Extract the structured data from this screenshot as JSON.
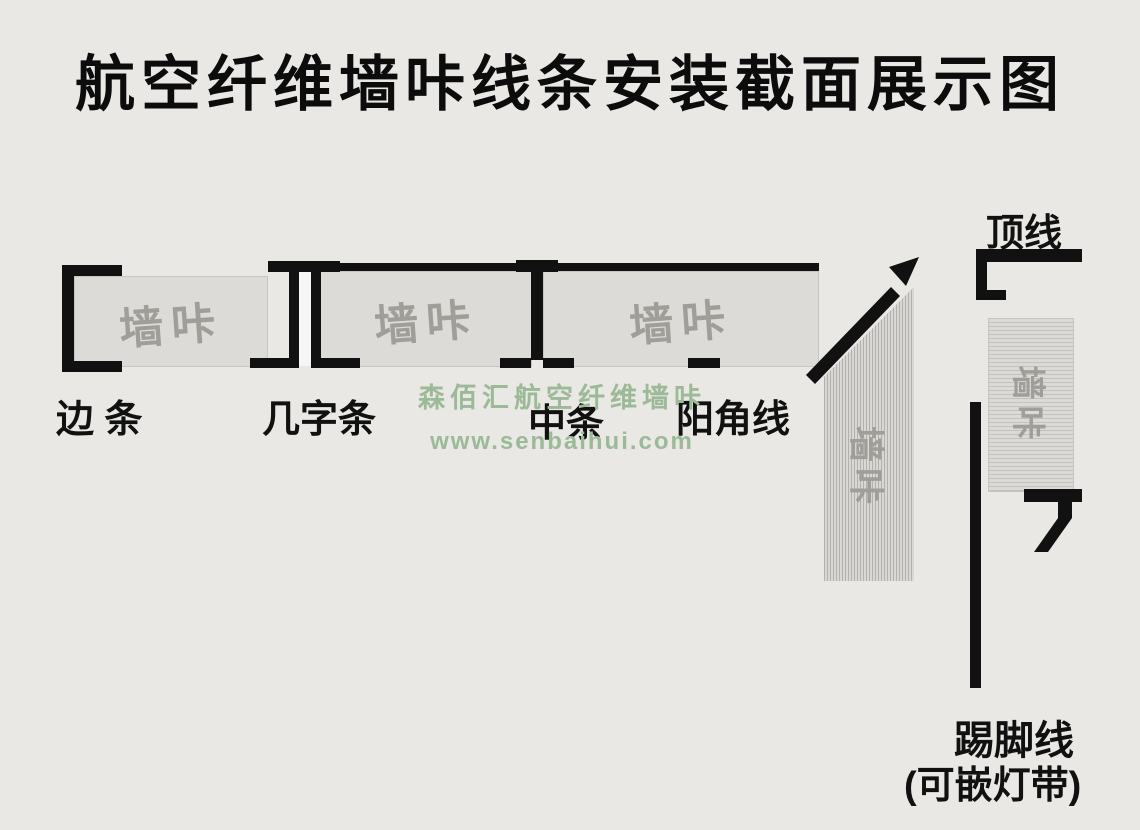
{
  "title": "航空纤维墙咔线条安装截面展示图",
  "panel_label": "墙咔",
  "labels": {
    "bian_tiao": "边 条",
    "ji_zi_tiao": "几字条",
    "zhong_tiao": "中条",
    "yang_jiao_xian": "阳角线",
    "ding_xian": "顶线",
    "ti_jiao_xian": "踢脚线",
    "ti_jiao_note": "(可嵌灯带)"
  },
  "watermark": {
    "brand": "森佰汇航空纤维墙咔",
    "url": "www.senbaihui.com"
  },
  "colors": {
    "background": "#e9e8e5",
    "ink": "#111111",
    "panel_fill": "#dcdbd8",
    "panel_text": "#a09e99",
    "watermark_green": "#9cb998"
  }
}
